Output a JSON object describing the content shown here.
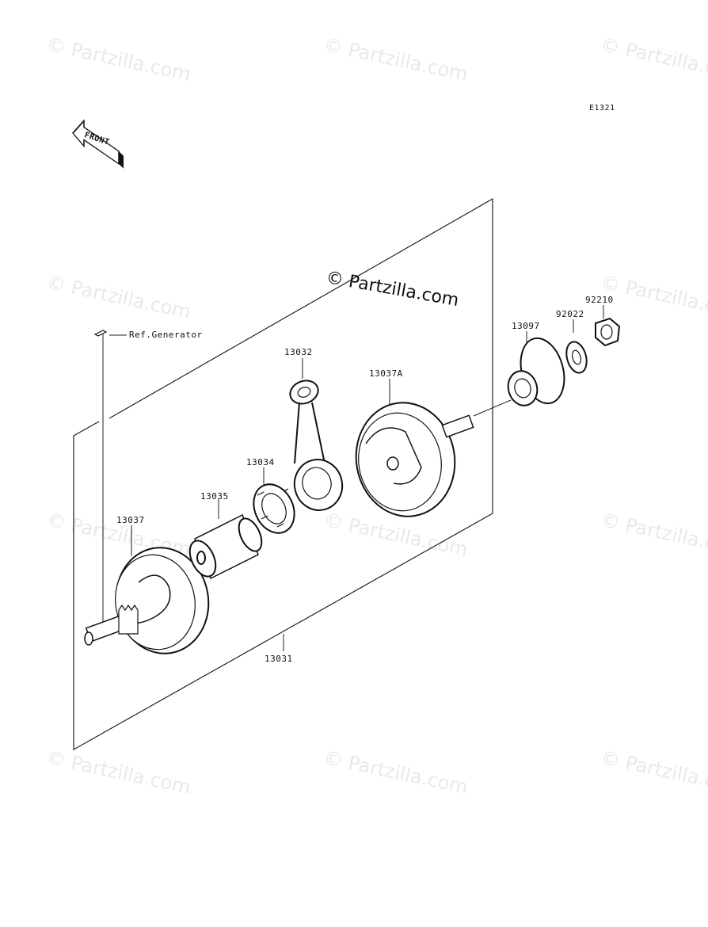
{
  "diagram_code": "E1321",
  "front_label": "FRONT",
  "main_watermark": "© Partzilla.com",
  "watermark_text": "© Partzilla.com",
  "ref_note": "Ref.Generator",
  "parts": {
    "p13031": "13031",
    "p13032": "13032",
    "p13034": "13034",
    "p13035": "13035",
    "p13037": "13037",
    "p13037A": "13037A",
    "p13097": "13097",
    "p92022": "92022",
    "p92210": "92210"
  }
}
